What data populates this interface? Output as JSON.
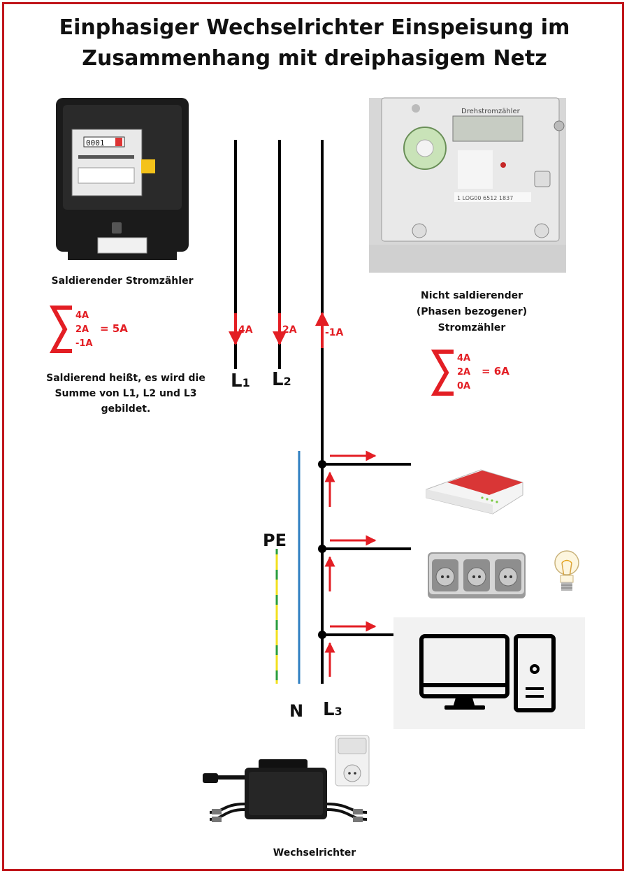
{
  "title": {
    "line1": "Einphasiger Wechselrichter Einspeisung im",
    "line2": "Zusammenhang mit dreiphasigem Netz"
  },
  "meter_left": {
    "caption": "Saldierender Stromzähler",
    "digits": "0001",
    "sum_values": [
      "4A",
      "2A",
      "-1A"
    ],
    "sum_result": "= 5A",
    "note_lines": [
      "Saldierend heißt, es wird die",
      "Summe von L1, L2 und L3",
      "gebildet."
    ]
  },
  "meter_right": {
    "brand_text": "Drehstromzähler",
    "serial": "1 LOG00 6512 1837",
    "caption_lines": [
      "Nicht saldierender",
      "(Phasen bezogener)",
      "Stromzähler"
    ],
    "sum_values": [
      "4A",
      "2A",
      "0A"
    ],
    "sum_result": "= 6A"
  },
  "phases": {
    "l1": {
      "letter": "L",
      "index": "1",
      "current": "4A"
    },
    "l2": {
      "letter": "L",
      "index": "2",
      "current": "2A"
    },
    "l3": {
      "letter": "L",
      "index": "3",
      "current": "-1A"
    }
  },
  "conductors": {
    "pe": "PE",
    "n": "N"
  },
  "inverter": {
    "caption": "Wechselrichter"
  },
  "colors": {
    "red": "#e31e24",
    "blue": "#2f7fc1",
    "pe_yellow": "#f2e01e",
    "pe_green": "#2a9d3c",
    "border": "#c0161b"
  }
}
